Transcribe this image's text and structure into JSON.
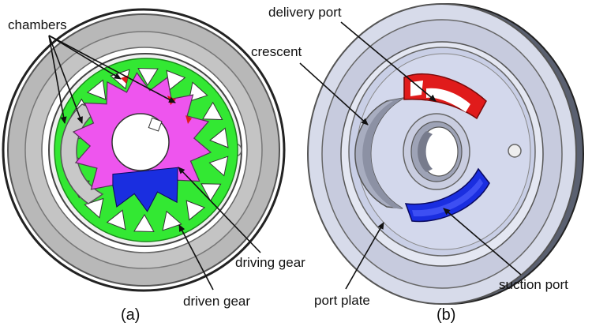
{
  "panel_a": {
    "caption": "(a)",
    "labels": {
      "chambers": "chambers",
      "driving_gear": "driving gear",
      "driven_gear": "driven gear"
    }
  },
  "panel_b": {
    "caption": "(b)",
    "labels": {
      "delivery_port": "delivery port",
      "crescent": "crescent",
      "port_plate": "port plate",
      "suction_port": "suction port"
    }
  },
  "colors": {
    "driven_gear": "#33e833",
    "driving_gear": "#ee55ee",
    "crescent": "#c8c8c8",
    "housing": "#b4b4b4",
    "delivery_port": "#e01b1b",
    "suction_port": "#1a2ee0",
    "port_plate": "#c9cfe6"
  }
}
